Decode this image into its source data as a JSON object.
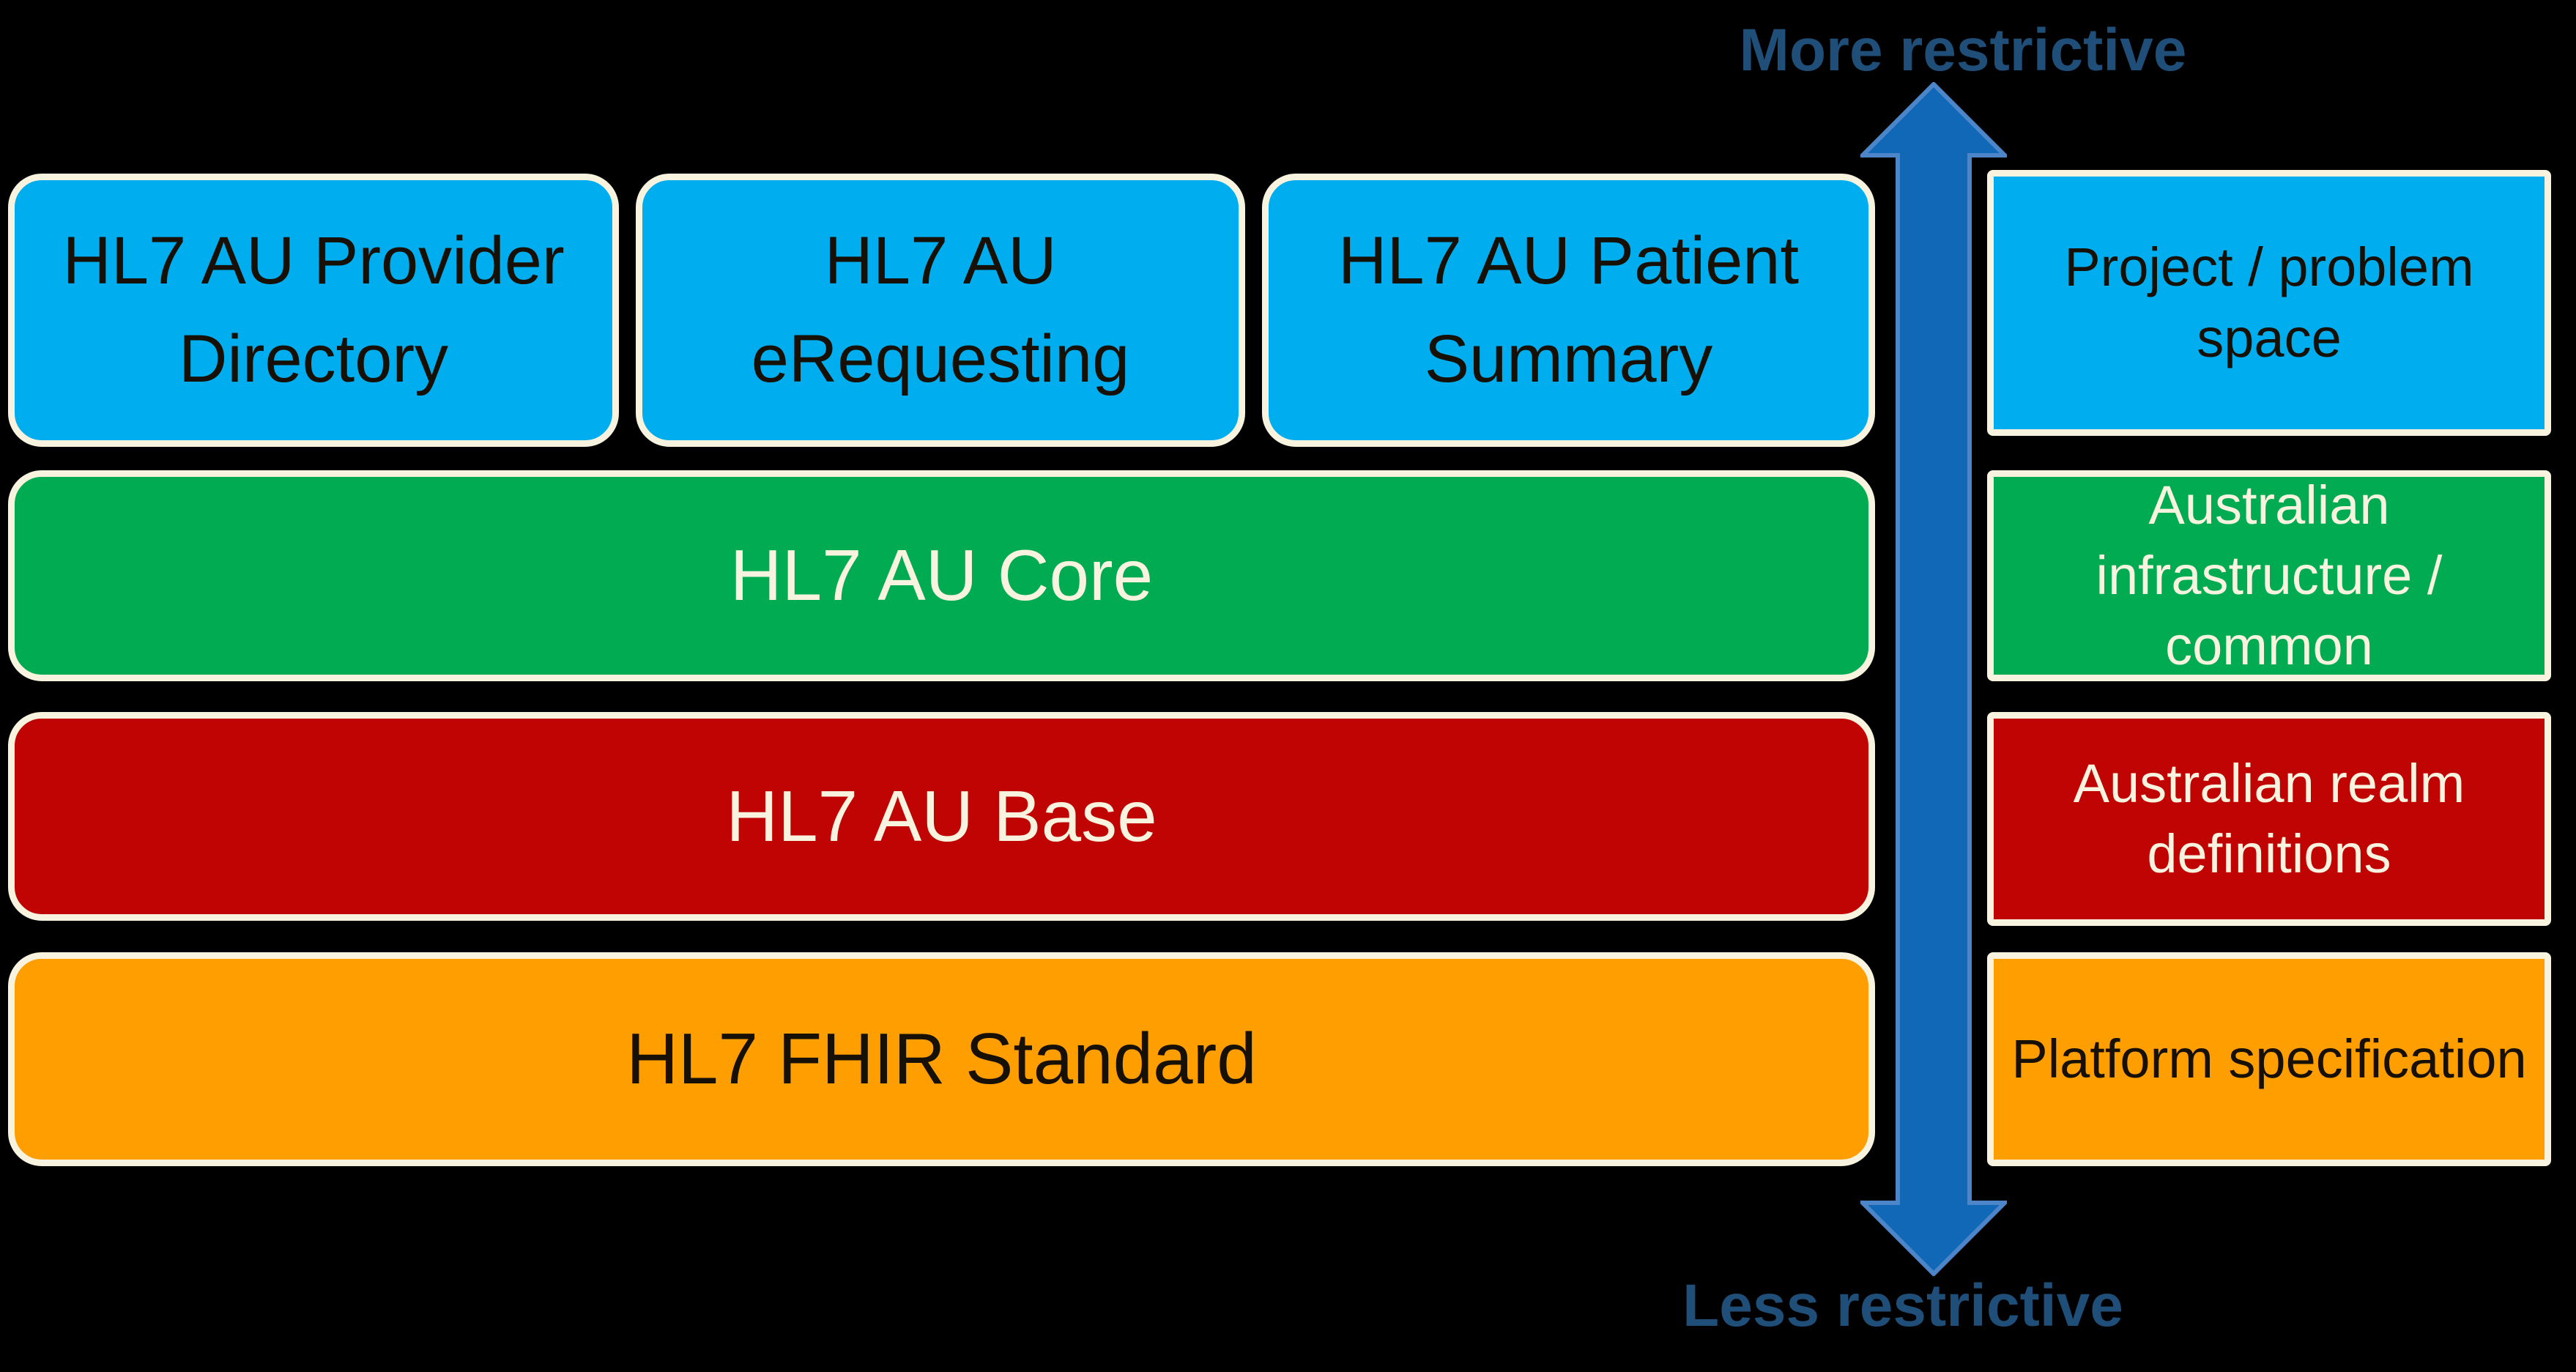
{
  "diagram": {
    "more_label": "More restrictive",
    "less_label": "Less restrictive",
    "projects": [
      {
        "label": "HL7 AU Provider Directory"
      },
      {
        "label": "HL7 AU eRequesting"
      },
      {
        "label": "HL7 AU Patient Summary"
      }
    ],
    "layers": [
      {
        "label": "HL7 AU Core"
      },
      {
        "label": "HL7 AU Base"
      },
      {
        "label": "HL7 FHIR Standard"
      }
    ],
    "legend": [
      {
        "label": "Project / problem space"
      },
      {
        "label": "Australian infrastructure / common"
      },
      {
        "label": "Australian realm definitions"
      },
      {
        "label": "Platform specification"
      }
    ],
    "colors": {
      "background": "#000000",
      "project_blue": "#00AEEF",
      "core_green": "#00AB51",
      "base_red": "#C00404",
      "fhir_orange": "#FF9E00",
      "border_cream": "#F7F3DF",
      "dark_text": "#161006",
      "light_text": "#F7F3DF",
      "axis_label_navy": "#1F4E79",
      "arrow_fill": "#1068B7",
      "arrow_edge": "#4C86C8"
    }
  }
}
